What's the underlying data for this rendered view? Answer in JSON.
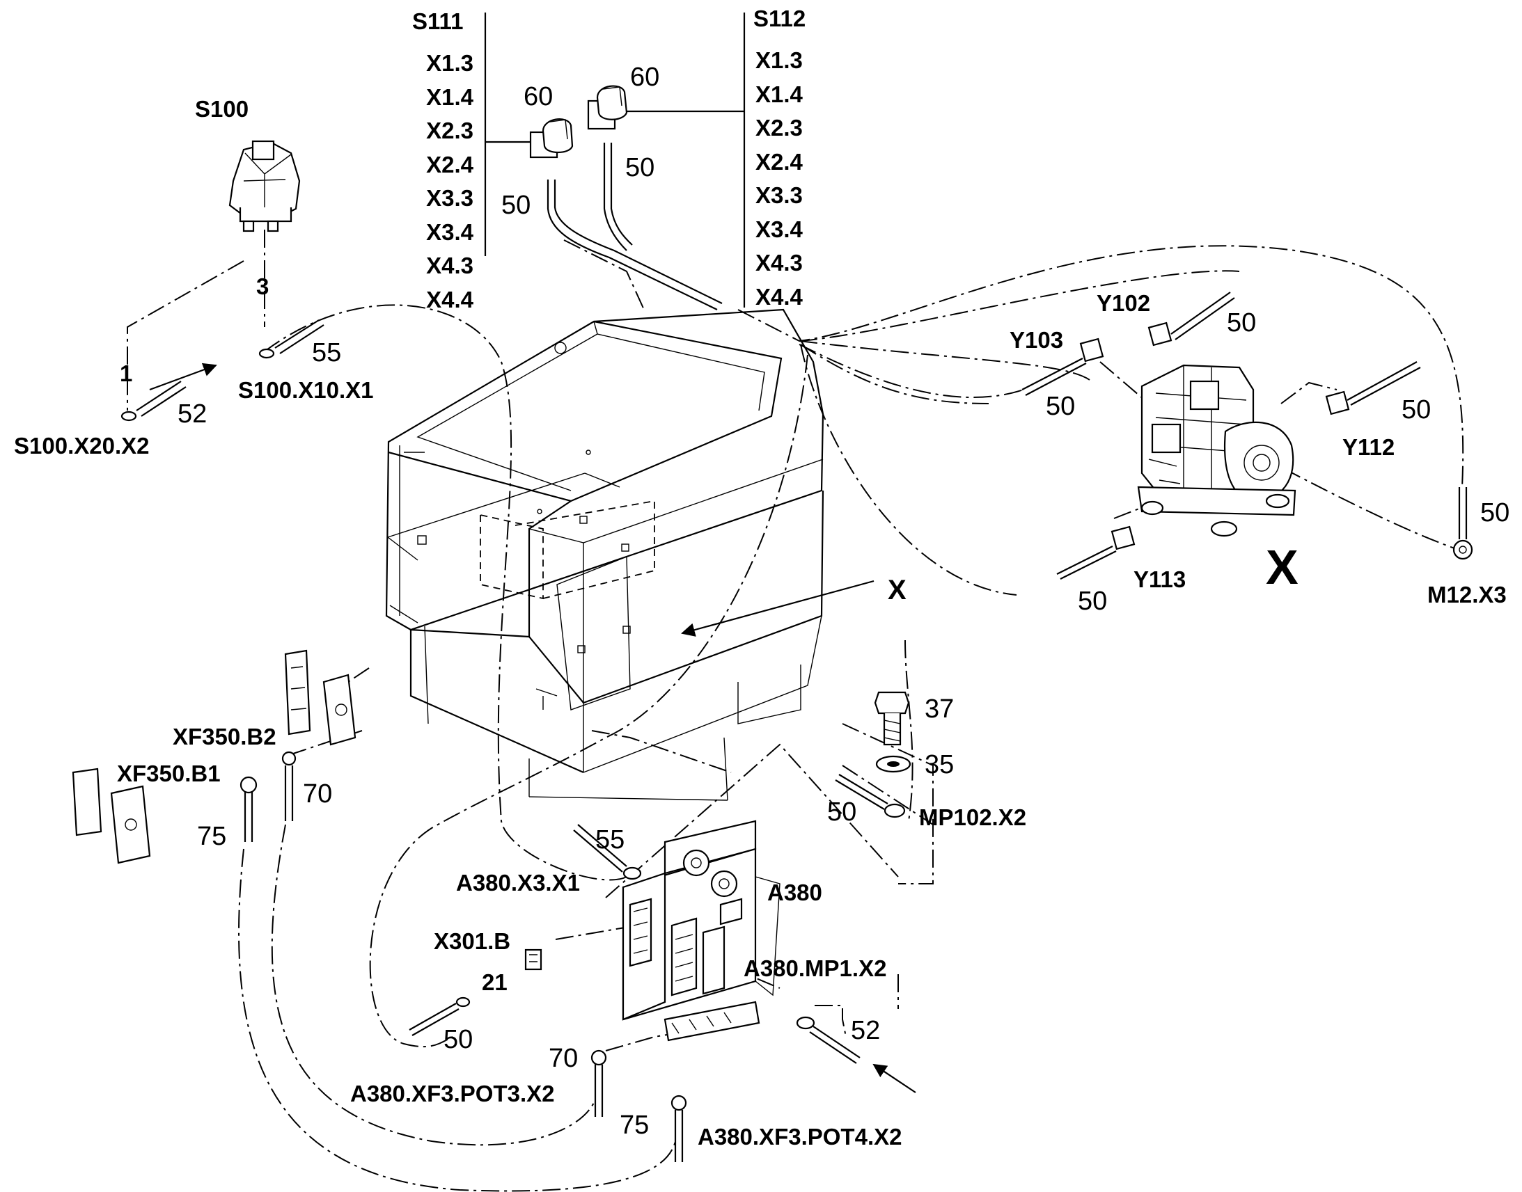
{
  "switches": {
    "s100": {
      "title": "S100",
      "pin_top": "3",
      "pin_left": "1"
    },
    "s111": {
      "title": "S111",
      "terminals": [
        "X1.3",
        "X1.4",
        "X2.3",
        "X2.4",
        "X3.3",
        "X3.4",
        "X4.3",
        "X4.4"
      ],
      "knob_ref": "60",
      "cable_ref": "50"
    },
    "s112": {
      "title": "S112",
      "terminals": [
        "X1.3",
        "X1.4",
        "X2.3",
        "X2.4",
        "X3.3",
        "X3.4",
        "X4.3",
        "X4.4"
      ],
      "knob_ref": "60",
      "cable_ref": "50"
    }
  },
  "labels": {
    "s100_x20_x2": "S100.X20.X2",
    "s100_x10_x1": "S100.X10.X1",
    "ref_52_left": "52",
    "ref_55_top": "55",
    "y102": "Y102",
    "y103": "Y103",
    "y112": "Y112",
    "y113": "Y113",
    "m12_x3": "M12.X3",
    "ref_50_y102": "50",
    "ref_50_y103": "50",
    "ref_50_y112": "50",
    "ref_50_y113": "50",
    "ref_50_m12": "50",
    "detail_x_big": "X",
    "detail_x_callout": "X",
    "xf350_b2": "XF350.B2",
    "xf350_b1": "XF350.B1",
    "ref_70_left": "70",
    "ref_75_left": "75",
    "ref_37": "37",
    "ref_35": "35",
    "ref_50_mp102": "50",
    "mp102_x2": "MP102.X2",
    "ref_55_a380": "55",
    "a380_x3_x1": "A380.X3.X1",
    "a380": "A380",
    "x301_b": "X301.B",
    "ref_21": "21",
    "a380_mp1_x2": "A380.MP1.X2",
    "ref_52_right": "52",
    "ref_50_bottom": "50",
    "ref_70_bottom": "70",
    "a380_xf3_pot3_x2": "A380.XF3.POT3.X2",
    "ref_75_bottom": "75",
    "a380_xf3_pot4_x2": "A380.XF3.POT4.X2"
  }
}
